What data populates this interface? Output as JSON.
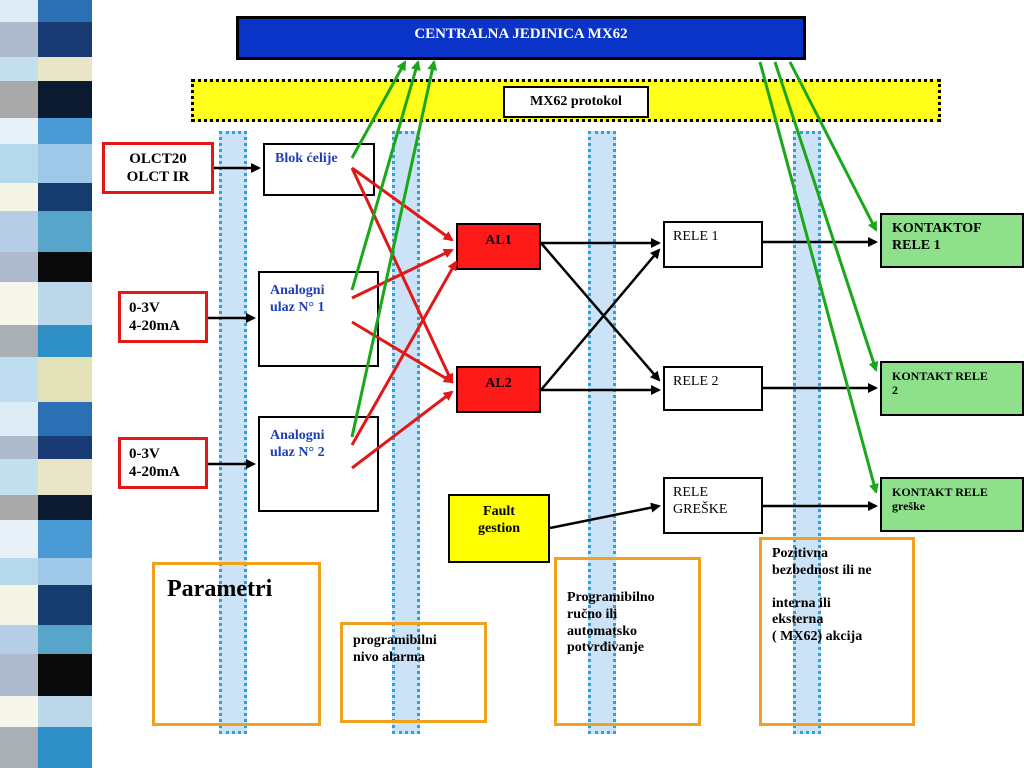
{
  "header": {
    "title": "CENTRALNA JEDINICA MX62"
  },
  "protocol": {
    "label": "MX62 protokol"
  },
  "inputs": {
    "olct": {
      "line1": "OLCT20",
      "line2": "OLCT IR"
    },
    "in1": {
      "line1": "0-3V",
      "line2": "4-20mA"
    },
    "in2": {
      "line1": "0-3V",
      "line2": "4-20mA"
    }
  },
  "channels": {
    "blok": "Blok  ćelije",
    "analog1": {
      "line1": "Analogni",
      "line2": "ulaz N° 1"
    },
    "analog2": {
      "line1": "Analogni",
      "line2": "ulaz N° 2"
    }
  },
  "alarms": {
    "al1": "AL1",
    "al2": "AL2"
  },
  "fault": {
    "line1": "Fault",
    "line2": "gestion"
  },
  "relays": {
    "rele1": "RELE 1",
    "rele2": "RELE 2",
    "greske": {
      "line1": "RELE",
      "line2": "GREŠKE"
    }
  },
  "contacts": {
    "k1": {
      "line1": "KONTAKTOF",
      "line2": "RELE 1"
    },
    "k2": {
      "line1": "KONTAKT   RELE",
      "line2": "2"
    },
    "k3": {
      "line1": "KONTAKT RELE",
      "line2": "greške"
    }
  },
  "notes": {
    "parametri": "Parametri",
    "alarm_level": {
      "line1": "programibilni",
      "line2": "nivo alarma"
    },
    "ack": {
      "line1": "Programibilno",
      "line2": "ručno ili",
      "line3": "automatsko",
      "line4": "potvrđivanje"
    },
    "safety": {
      "line1": "Pozitivna",
      "line2": "bezbednost ili ne",
      "line3": "interna  ili",
      "line4": "eksterna",
      "line5": "( MX62) akcija"
    }
  },
  "colors": {
    "banner": "#0a33c8",
    "protocol_band": "#ffff1a",
    "alarm": "#ff1a1a",
    "contact": "#8fe08a",
    "fault": "#ffff00",
    "note_border": "#f0a21f",
    "bus": "#cce2f6",
    "green_link": "#1aa81a",
    "red_link": "#e01818"
  }
}
